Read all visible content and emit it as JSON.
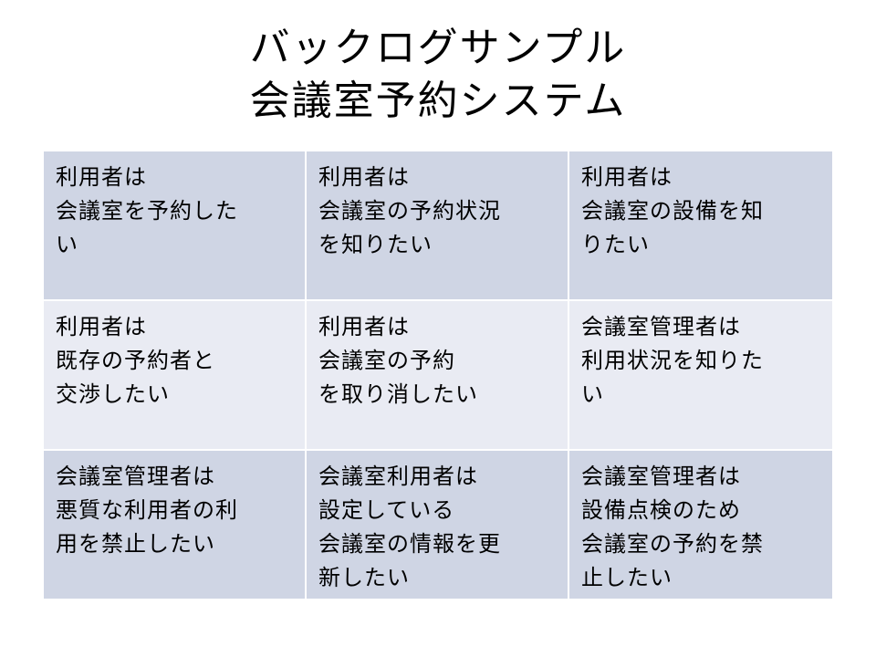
{
  "title": {
    "line1": "バックログサンプル",
    "line2": "会議室予約システム"
  },
  "colors": {
    "cell_dark": "#cfd5e4",
    "cell_light": "#e9ebf3"
  },
  "stories": [
    [
      "利用者は",
      "会議室を予約した",
      "い"
    ],
    [
      "利用者は",
      "会議室の予約状況",
      "を知りたい"
    ],
    [
      "利用者は",
      "会議室の設備を知",
      "りたい"
    ],
    [
      "利用者は",
      "既存の予約者と",
      "交渉したい"
    ],
    [
      "利用者は",
      "会議室の予約",
      "を取り消したい"
    ],
    [
      "会議室管理者は",
      "利用状況を知りた",
      "い"
    ],
    [
      "会議室管理者は",
      "悪質な利用者の利",
      "用を禁止したい"
    ],
    [
      "会議室利用者は",
      "設定している",
      "会議室の情報を更",
      "新したい"
    ],
    [
      "会議室管理者は",
      "設備点検のため",
      "会議室の予約を禁",
      "止したい"
    ]
  ]
}
